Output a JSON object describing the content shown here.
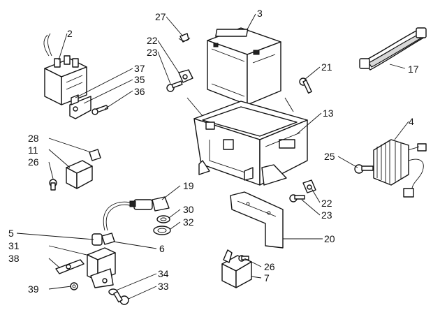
{
  "callouts": [
    {
      "id": "c27",
      "label": "27"
    },
    {
      "id": "c3",
      "label": "3"
    },
    {
      "id": "c2",
      "label": "2"
    },
    {
      "id": "c22a",
      "label": "22"
    },
    {
      "id": "c23a",
      "label": "23"
    },
    {
      "id": "c17",
      "label": "17"
    },
    {
      "id": "c37",
      "label": "37"
    },
    {
      "id": "c35",
      "label": "35"
    },
    {
      "id": "c36",
      "label": "36"
    },
    {
      "id": "c21",
      "label": "21"
    },
    {
      "id": "c13",
      "label": "13"
    },
    {
      "id": "c4",
      "label": "4"
    },
    {
      "id": "c28",
      "label": "28"
    },
    {
      "id": "c11",
      "label": "11"
    },
    {
      "id": "c26a",
      "label": "26"
    },
    {
      "id": "c25",
      "label": "25"
    },
    {
      "id": "c19",
      "label": "19"
    },
    {
      "id": "c22b",
      "label": "22"
    },
    {
      "id": "c30",
      "label": "30"
    },
    {
      "id": "c23b",
      "label": "23"
    },
    {
      "id": "c32",
      "label": "32"
    },
    {
      "id": "c5",
      "label": "5"
    },
    {
      "id": "c20",
      "label": "20"
    },
    {
      "id": "c31",
      "label": "31"
    },
    {
      "id": "c6",
      "label": "6"
    },
    {
      "id": "c38",
      "label": "38"
    },
    {
      "id": "c26b",
      "label": "26"
    },
    {
      "id": "c34",
      "label": "34"
    },
    {
      "id": "c7",
      "label": "7"
    },
    {
      "id": "c39",
      "label": "39"
    },
    {
      "id": "c33",
      "label": "33"
    }
  ],
  "colors": {
    "line": "#111111",
    "background": "#ffffff",
    "fill_dark": "#222222",
    "fill_grey": "#d8d8d8"
  }
}
